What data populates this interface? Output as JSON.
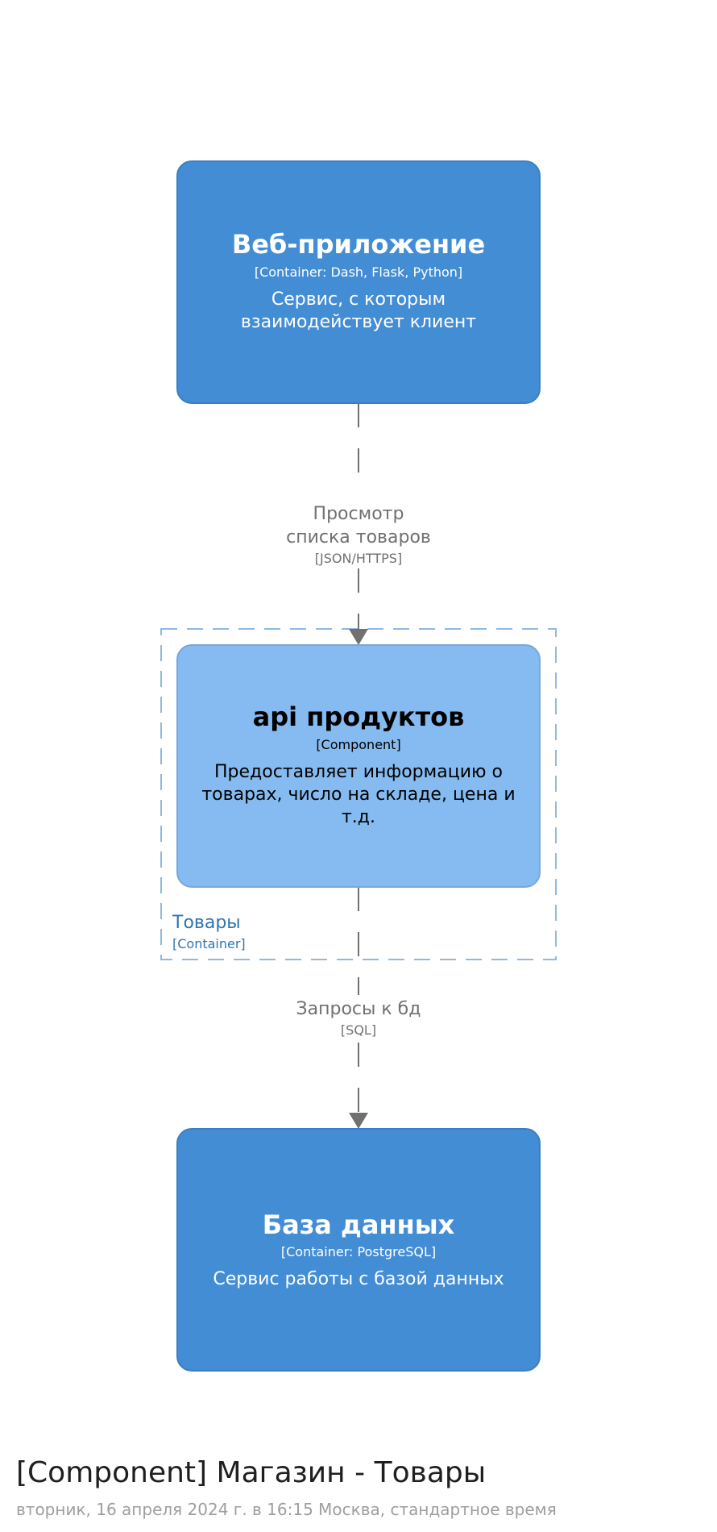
{
  "colors": {
    "container_fill": "#438dd5",
    "container_stroke": "#3c7fc0",
    "component_fill": "#85bbf0",
    "component_stroke": "#78a8d8",
    "boundary_stroke": "#8fb9e0",
    "boundary_text": "#2e74b5",
    "relationship": "#707070",
    "title_text": "#1f1f1f",
    "subtitle_text": "#9e9e9e"
  },
  "elements": {
    "web_app": {
      "title": "Веб-приложение",
      "technology": "[Container: Dash, Flask, Python]",
      "description_lines": [
        "Сервис, с которым",
        "взаимодействует клиент"
      ]
    },
    "api": {
      "title": "api продуктов",
      "technology": "[Component]",
      "description_lines": [
        "Предоставляет информацию о",
        "товарах, число на складе, цена и",
        "т.д."
      ]
    },
    "database": {
      "title": "База данных",
      "technology": "[Container: PostgreSQL]",
      "description_lines": [
        "Сервис работы с базой данных"
      ]
    }
  },
  "boundary": {
    "name": "Товары",
    "type": "[Container]"
  },
  "relationships": {
    "web_to_api": {
      "label_lines": [
        "Просмотр",
        "списка товаров"
      ],
      "technology": "[JSON/HTTPS]"
    },
    "api_to_db": {
      "label_lines": [
        "Запросы к бд"
      ],
      "technology": "[SQL]"
    }
  },
  "footer": {
    "title": "[Component] Магазин - Товары",
    "subtitle": "вторник, 16 апреля 2024 г. в 16:15 Москва, стандартное время"
  }
}
